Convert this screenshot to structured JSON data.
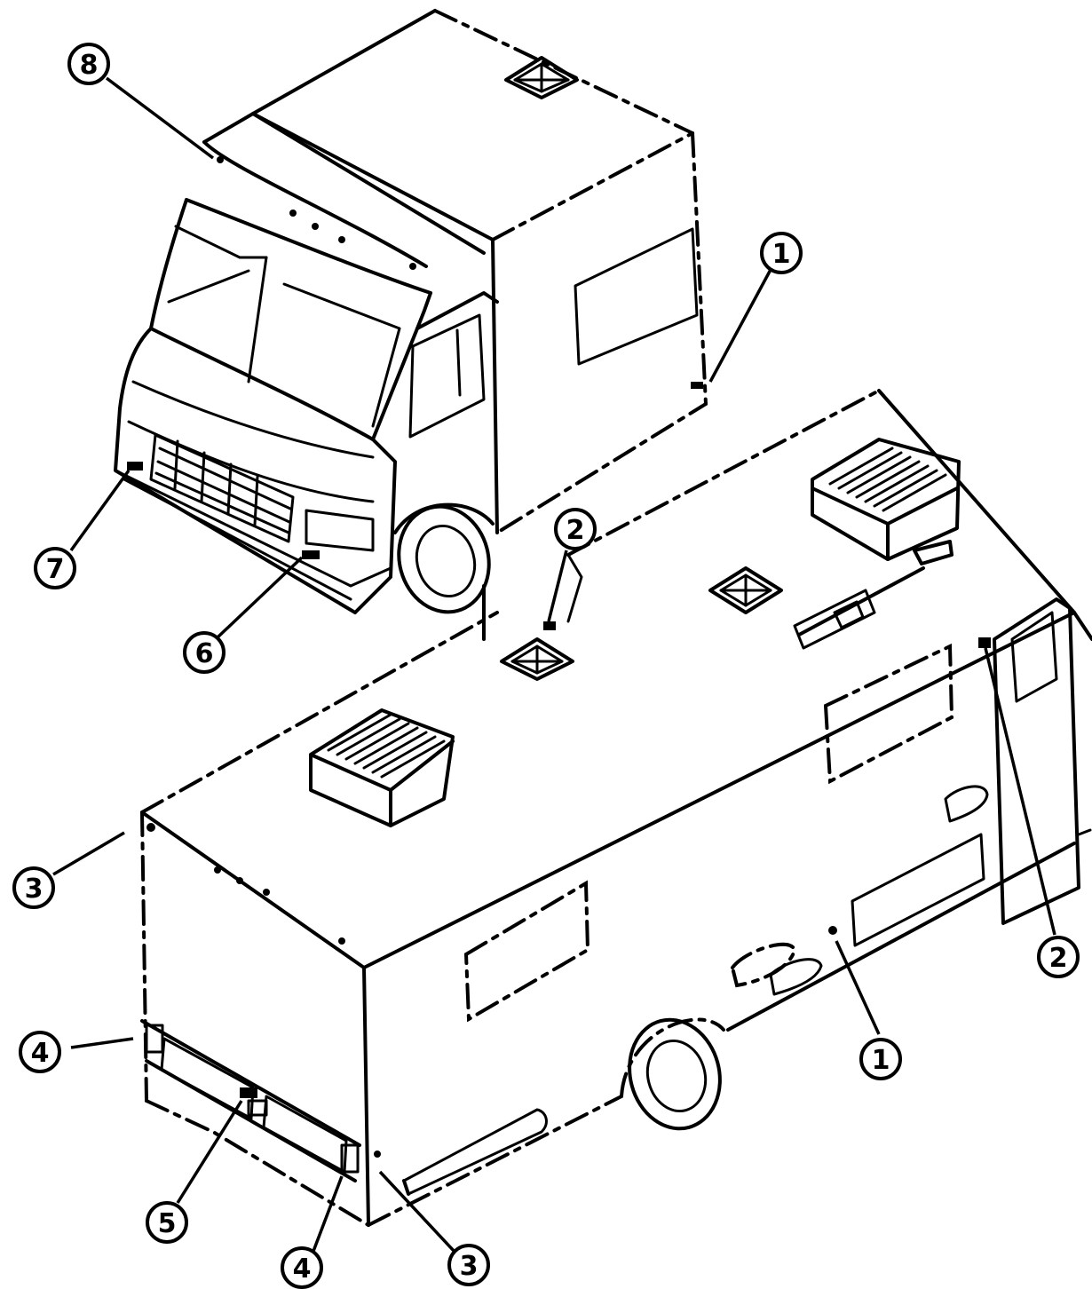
{
  "callouts": [
    {
      "id": "c8",
      "label": "8"
    },
    {
      "id": "c1a",
      "label": "1"
    },
    {
      "id": "c7",
      "label": "7"
    },
    {
      "id": "c6",
      "label": "6"
    },
    {
      "id": "c2a",
      "label": "2"
    },
    {
      "id": "c3a",
      "label": "3"
    },
    {
      "id": "c4a",
      "label": "4"
    },
    {
      "id": "c5",
      "label": "5"
    },
    {
      "id": "c4b",
      "label": "4"
    },
    {
      "id": "c3b",
      "label": "3"
    },
    {
      "id": "c1b",
      "label": "1"
    },
    {
      "id": "c2b",
      "label": "2"
    }
  ]
}
